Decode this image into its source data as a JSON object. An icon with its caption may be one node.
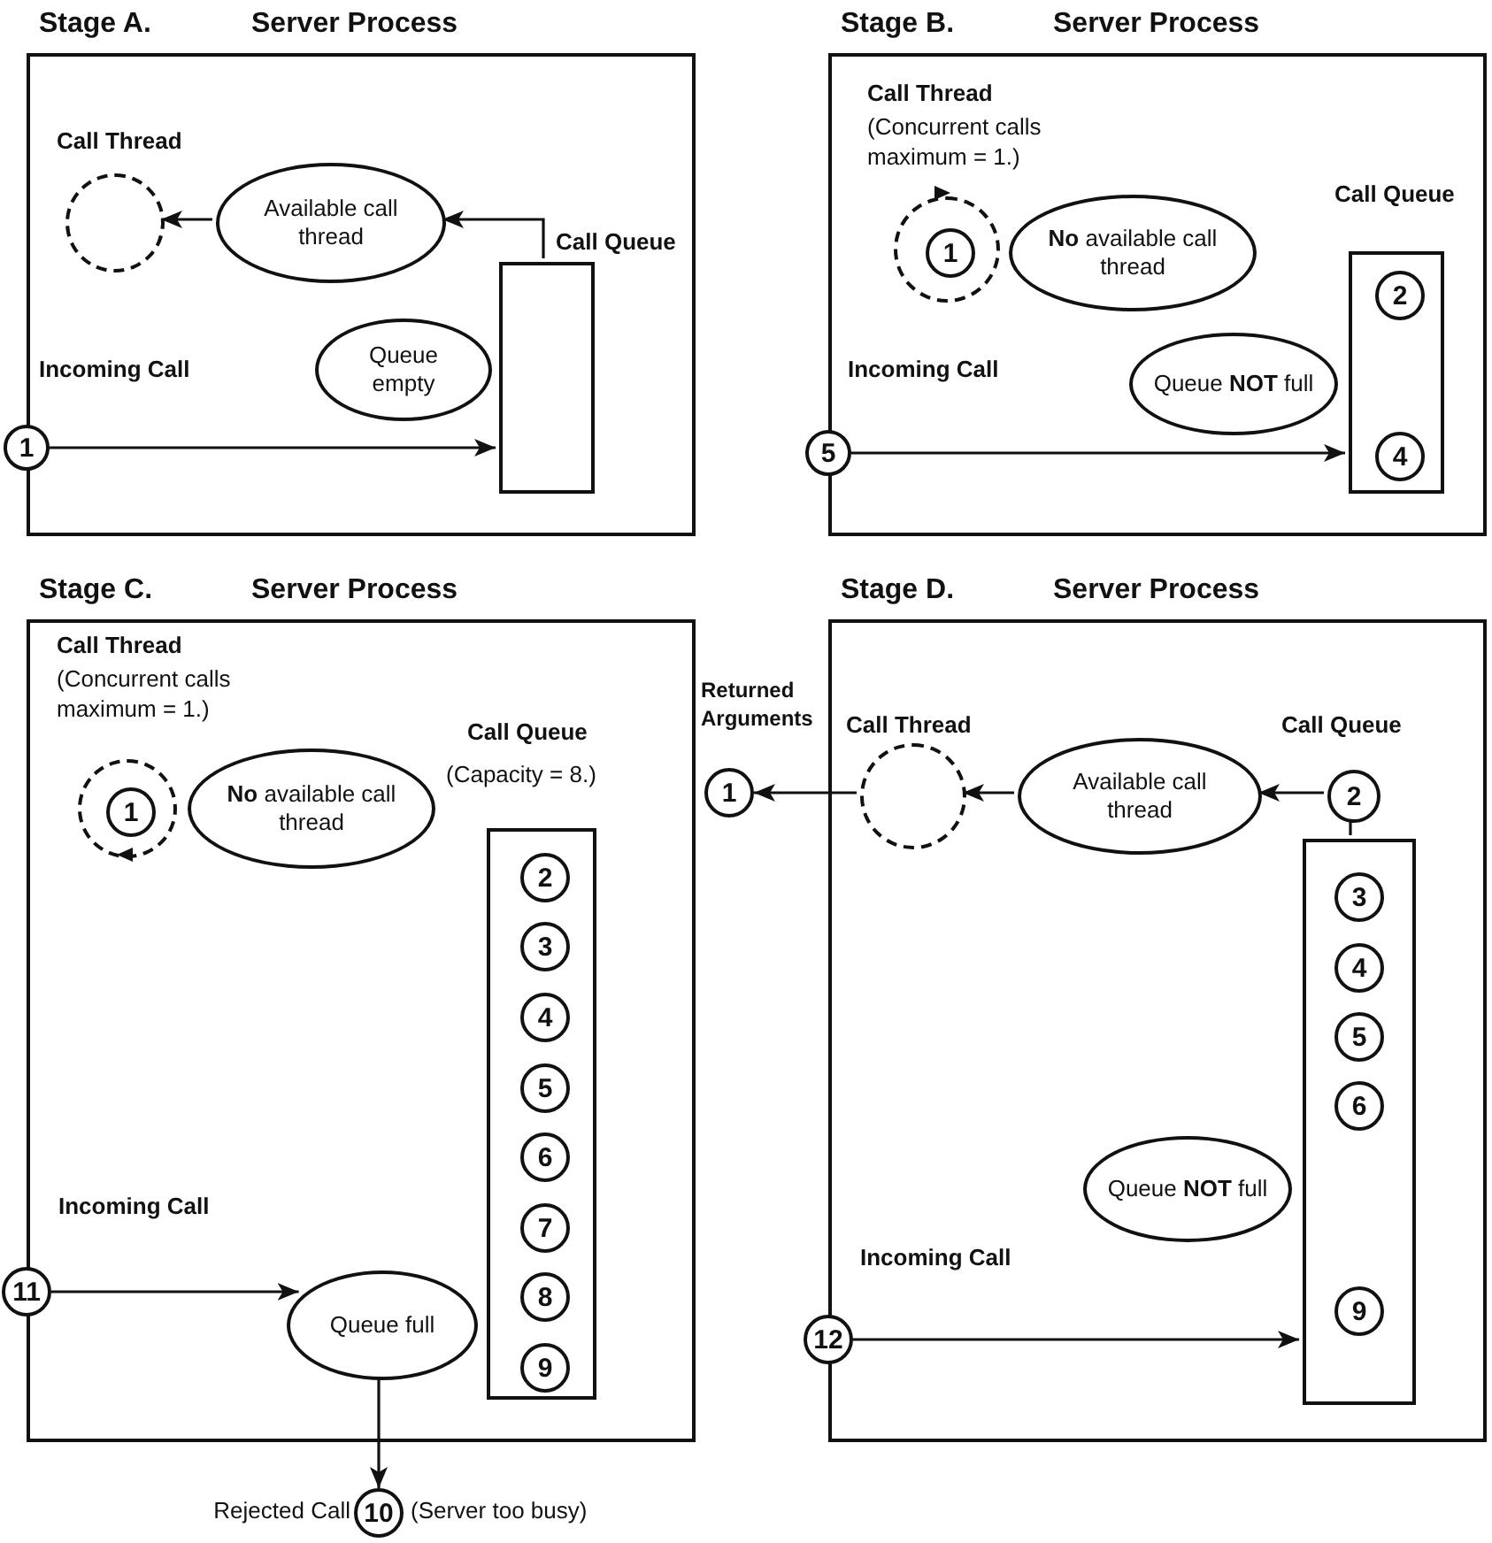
{
  "diagram": {
    "nodes": [
      {
        "text": [
          "Stage A.",
          "Server Process"
        ]
      },
      {
        "text": [],
        "shape": "circle",
        "in": 0,
        "beside": [
          "Call Thread"
        ]
      },
      {
        "text": [
          "Available call thread"
        ],
        "in": 0
      },
      {
        "text": [],
        "shape": "box",
        "in": 0,
        "beside": [
          "Call Queue"
        ]
      },
      {
        "text": [
          "Queue empty"
        ],
        "in": 0
      },
      {
        "text": [
          "1"
        ],
        "beside": [
          "Incoming Call"
        ]
      },
      {
        "text": [
          "Stage B.",
          "Server Process"
        ]
      },
      {
        "text": [],
        "shape": "circle",
        "in": 6,
        "beside": [
          "Call Thread",
          "(Concurrent calls maximum = 1.)"
        ]
      },
      {
        "text": [
          "1"
        ],
        "in": 7
      },
      {
        "text": [
          "**No** available call thread"
        ],
        "in": 6
      },
      {
        "text": [],
        "shape": "box",
        "in": 6,
        "beside": [
          "Call Queue"
        ]
      },
      {
        "text": [
          "2"
        ],
        "in": 10
      },
      {
        "text": [
          "4"
        ],
        "in": 10
      },
      {
        "text": [
          "Queue **NOT** full"
        ],
        "in": 6
      },
      {
        "text": [
          "5"
        ],
        "beside": [
          "Incoming Call"
        ]
      },
      {
        "text": [
          "Stage C.",
          "Server Process"
        ]
      },
      {
        "text": [],
        "shape": "circle",
        "in": 15,
        "beside": [
          "Call Thread",
          "(Concurrent calls maximum = 1.)"
        ]
      },
      {
        "text": [
          "1"
        ],
        "in": 16
      },
      {
        "text": [
          "**No** available call thread"
        ],
        "in": 15
      },
      {
        "text": [],
        "shape": "box",
        "in": 15,
        "beside": [
          "Call Queue",
          "(Capacity = 8.)"
        ]
      },
      {
        "text": [
          "2"
        ],
        "in": 19
      },
      {
        "text": [
          "3"
        ],
        "in": 19
      },
      {
        "text": [
          "4"
        ],
        "in": 19
      },
      {
        "text": [
          "5"
        ],
        "in": 19
      },
      {
        "text": [
          "6"
        ],
        "in": 19
      },
      {
        "text": [
          "7"
        ],
        "in": 19
      },
      {
        "text": [
          "8"
        ],
        "in": 19
      },
      {
        "text": [
          "9"
        ],
        "in": 19
      },
      {
        "text": [
          "Queue full"
        ],
        "in": 15
      },
      {
        "text": [
          "11"
        ],
        "beside": [
          "Incoming Call"
        ]
      },
      {
        "text": [
          "10"
        ],
        "beside": [
          "Rejected Call",
          "(Server too busy)"
        ]
      },
      {
        "text": [
          "Stage D.",
          "Server Process"
        ]
      },
      {
        "text": [
          "1"
        ],
        "beside": [
          "Returned Arguments"
        ]
      },
      {
        "text": [],
        "shape": "circle",
        "in": 31,
        "beside": [
          "Call Thread"
        ]
      },
      {
        "text": [
          "Available call thread"
        ],
        "in": 31
      },
      {
        "text": [
          "2"
        ],
        "in": 31,
        "beside": [
          "Call Queue"
        ]
      },
      {
        "text": [],
        "shape": "box",
        "in": 31
      },
      {
        "text": [
          "3"
        ],
        "in": 36
      },
      {
        "text": [
          "4"
        ],
        "in": 36
      },
      {
        "text": [
          "5"
        ],
        "in": 36
      },
      {
        "text": [
          "6"
        ],
        "in": 36
      },
      {
        "text": [
          "9"
        ],
        "in": 36
      },
      {
        "text": [
          "Queue **NOT** full"
        ],
        "in": 31
      },
      {
        "text": [
          "12"
        ],
        "beside": [
          "Incoming Call"
        ]
      }
    ],
    "edges": [
      {
        "from": 3,
        "to": 2,
        "arrow": "to"
      },
      {
        "from": 2,
        "to": 1,
        "arrow": "to"
      },
      {
        "from": 5,
        "to": 3,
        "arrow": "to"
      },
      {
        "from": 14,
        "to": 10,
        "arrow": "to"
      },
      {
        "from": 29,
        "to": 28,
        "arrow": "to"
      },
      {
        "from": 28,
        "to": 30,
        "arrow": "to"
      },
      {
        "from": 33,
        "to": 32,
        "arrow": "to"
      },
      {
        "from": 34,
        "to": 33,
        "arrow": "to"
      },
      {
        "from": 35,
        "to": 34,
        "arrow": "to"
      },
      {
        "from": 35,
        "to": 36,
        "arrow": "none"
      },
      {
        "from": 43,
        "to": 36,
        "arrow": "to"
      }
    ]
  }
}
